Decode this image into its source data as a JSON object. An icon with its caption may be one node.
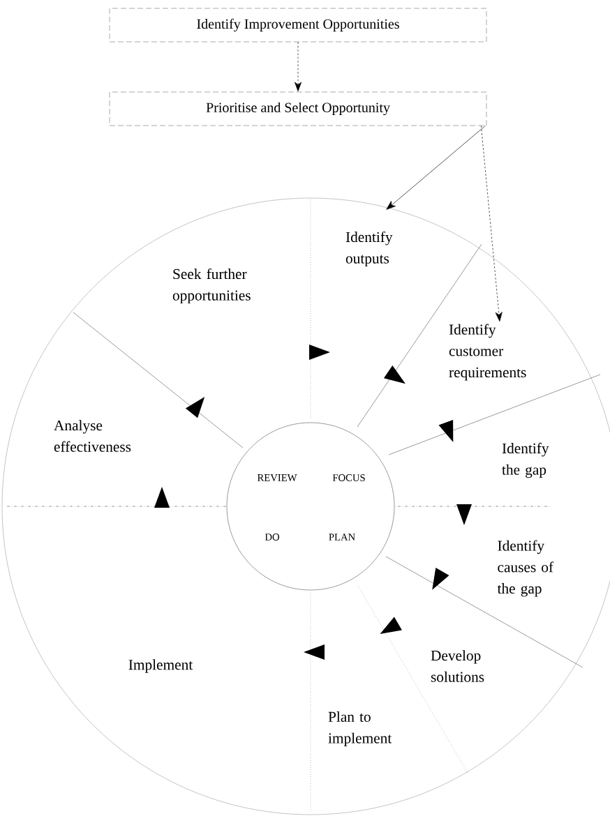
{
  "diagram": {
    "nodes": [
      {
        "text": [
          "Identify Improvement Opportunities"
        ]
      },
      {
        "text": [
          "Prioritise and Select Opportunity"
        ]
      },
      {
        "text": [
          "Identify outputs"
        ]
      },
      {
        "text": [
          "Seek further opportunities"
        ]
      },
      {
        "text": [
          "Identify customer requirements"
        ]
      },
      {
        "text": [
          "Analyse effectiveness"
        ]
      },
      {
        "text": [
          "Identify the gap"
        ]
      },
      {
        "text": [
          "REVIEW",
          "FOCUS",
          "DO",
          "PLAN"
        ]
      },
      {
        "text": [
          "Identify causes of the gap"
        ]
      },
      {
        "text": [
          "Implement"
        ]
      },
      {
        "text": [
          "Develop solutions"
        ]
      },
      {
        "text": [
          "Plan to implement"
        ]
      }
    ],
    "edges": [
      {
        "from": 0,
        "to": 1,
        "arrow": "to",
        "style": "dashed"
      },
      {
        "from": 1,
        "to": 2,
        "arrow": "to"
      },
      {
        "from": 1,
        "to": 4,
        "arrow": "to",
        "style": "dashed"
      }
    ]
  }
}
